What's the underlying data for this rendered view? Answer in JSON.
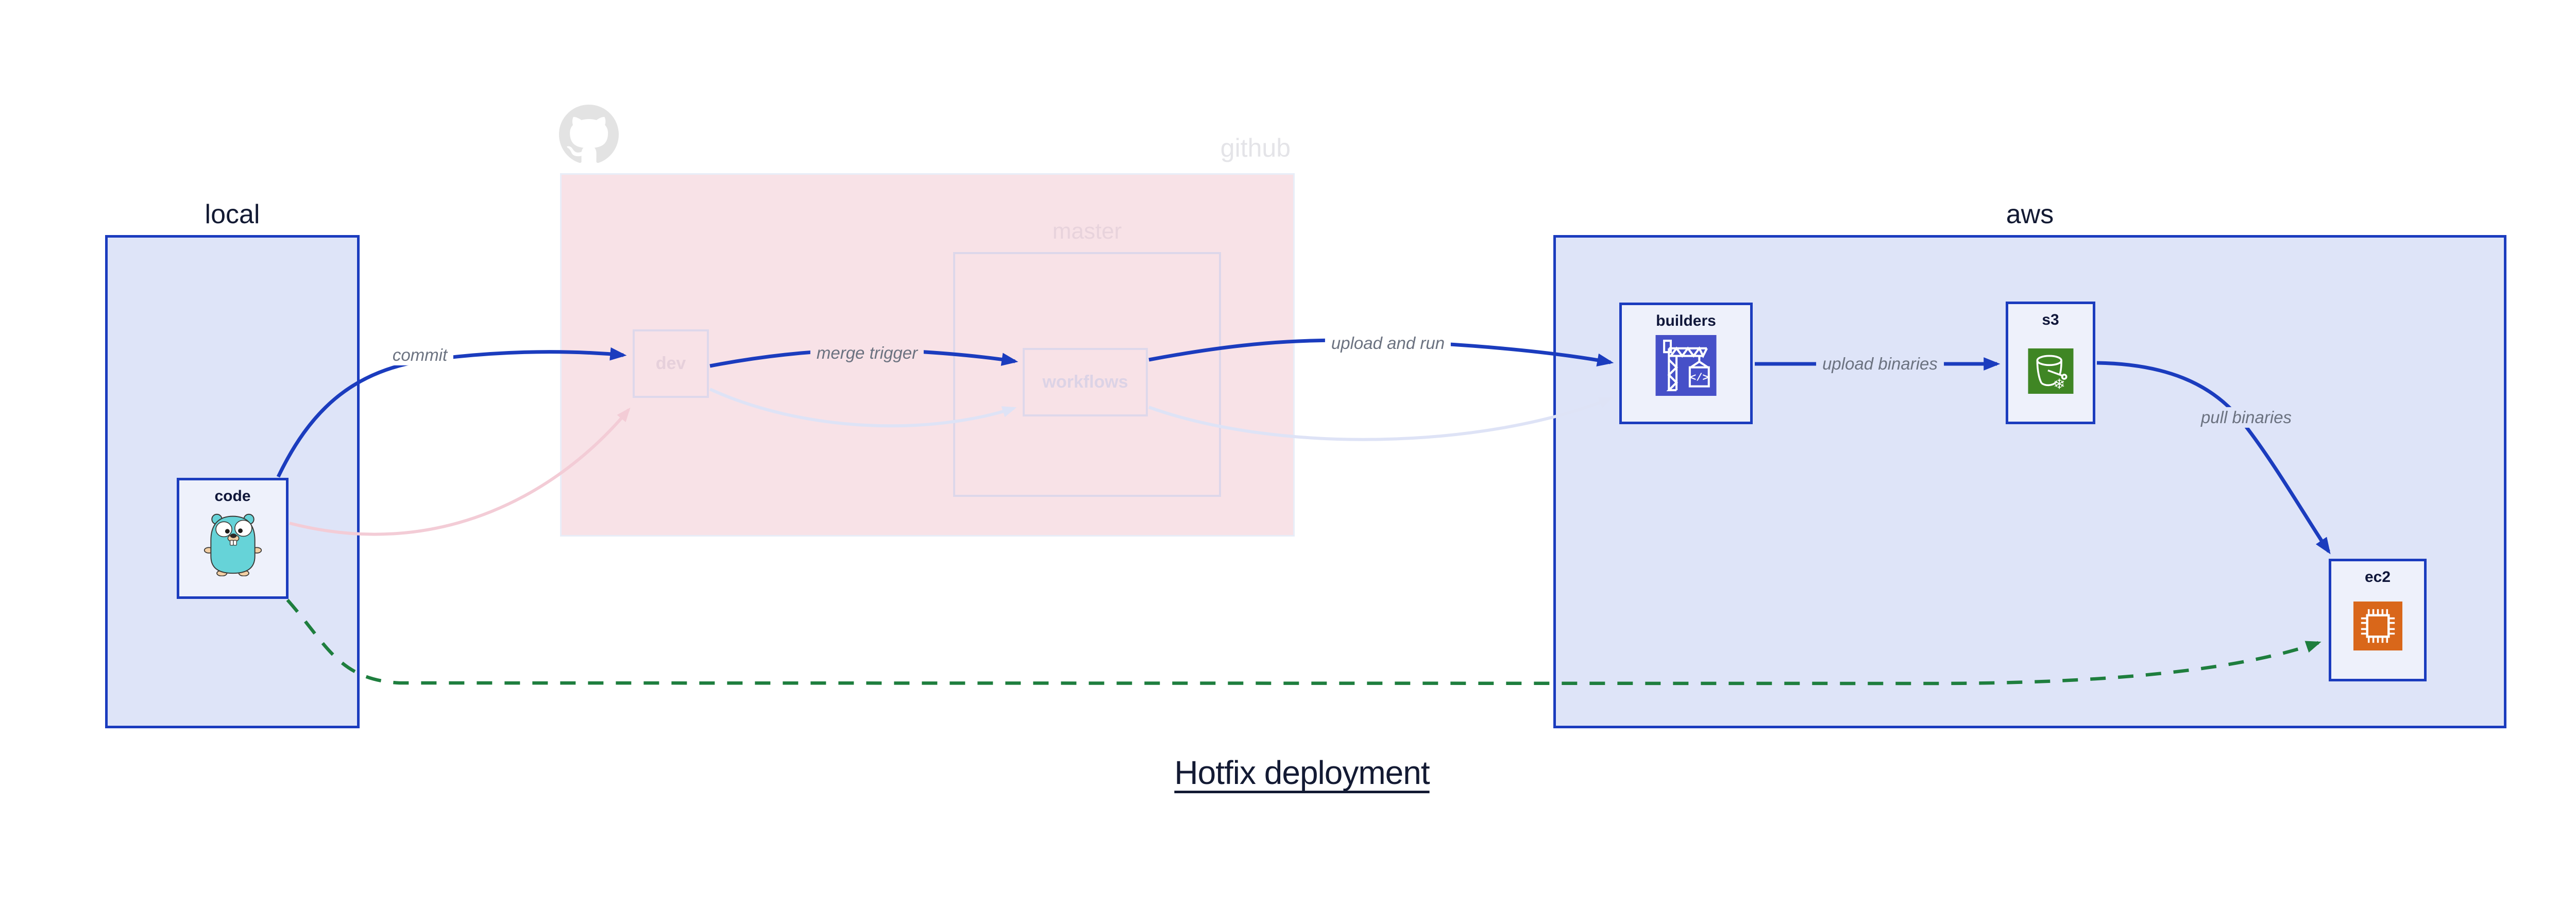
{
  "title": "Hotfix deployment",
  "groups": {
    "local": {
      "label": "local"
    },
    "github": {
      "label": "github",
      "master": {
        "label": "master"
      }
    },
    "aws": {
      "label": "aws"
    }
  },
  "nodes": {
    "code": {
      "label": "code",
      "icon": "go-gopher"
    },
    "dev": {
      "label": "dev"
    },
    "workflows": {
      "label": "workflows"
    },
    "builders": {
      "label": "builders",
      "icon": "aws-codebuild-crane",
      "code_glyph": "</>"
    },
    "s3": {
      "label": "s3",
      "icon": "aws-s3-glacier-bucket",
      "snowflake_glyph": "❄"
    },
    "ec2": {
      "label": "ec2",
      "icon": "aws-ec2-chip"
    }
  },
  "edges": {
    "commit": {
      "label": "commit",
      "style": "solid-blue",
      "from": "code",
      "to": "dev"
    },
    "code_to_dev_faded": {
      "label": "",
      "style": "faded-pink",
      "from": "code",
      "to": "dev"
    },
    "merge_trigger": {
      "label": "merge trigger",
      "style": "solid-blue",
      "from": "dev",
      "to": "workflows"
    },
    "dev_to_workflows_faded": {
      "label": "",
      "style": "faded-lavender",
      "from": "dev",
      "to": "workflows"
    },
    "upload_and_run": {
      "label": "upload and run",
      "style": "solid-blue",
      "from": "workflows",
      "to": "builders"
    },
    "workflows_to_builders_faded": {
      "label": "",
      "style": "faded-lavender",
      "from": "workflows",
      "to": "builders"
    },
    "upload_binaries": {
      "label": "upload binaries",
      "style": "solid-blue",
      "from": "builders",
      "to": "s3"
    },
    "pull_binaries": {
      "label": "pull binaries",
      "style": "solid-blue",
      "from": "s3",
      "to": "ec2"
    },
    "hotfix_path": {
      "label": "",
      "style": "dashed-green",
      "from": "code",
      "to": "ec2"
    }
  },
  "colors": {
    "page_bg": "#ffffff",
    "group_fill_lavender": "#dee4f8",
    "group_fill_pink": "#f8e2e7",
    "node_fill": "#eef1fb",
    "primary_blue": "#1b3cbe",
    "faded_border": "#ded8eb",
    "faded_pink_edge": "#f3ccd6",
    "faded_lavender_edge": "#dee3f6",
    "hotfix_green": "#1e7e3e",
    "edge_label_gray": "#6b7280",
    "dark_text": "#131a33",
    "github_watermark": "#e3e3e3",
    "codebuild_indigo": "#4650c8",
    "s3_green": "#3f8624",
    "ec2_orange": "#d9671a",
    "gopher_teal": "#66d3d8"
  }
}
